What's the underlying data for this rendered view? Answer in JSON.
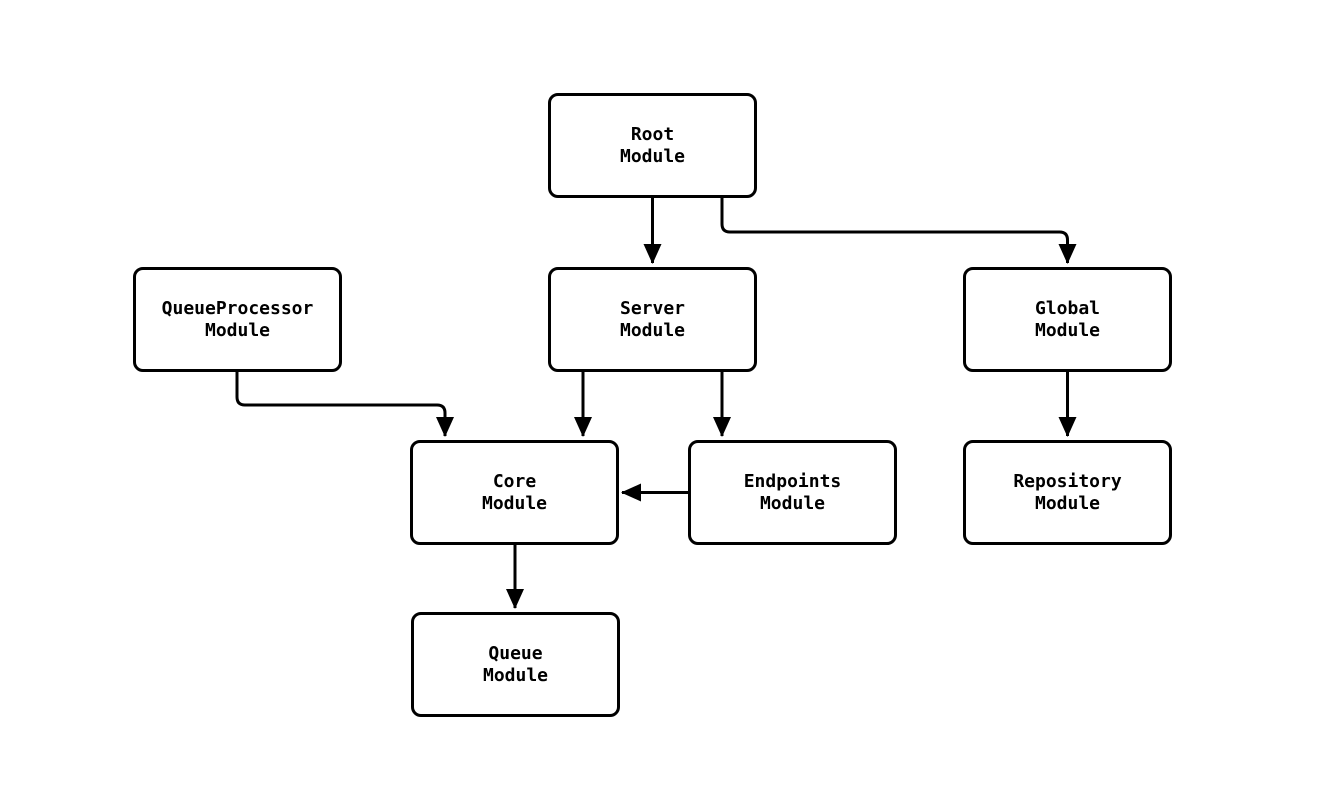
{
  "diagram": {
    "type": "module-dependency-graph",
    "background": "#ffffff",
    "nodes": {
      "root": {
        "label": "Root\nModule"
      },
      "queueprocessor": {
        "label": "QueueProcessor\nModule"
      },
      "server": {
        "label": "Server\nModule"
      },
      "global": {
        "label": "Global\nModule"
      },
      "core": {
        "label": "Core\nModule"
      },
      "endpoints": {
        "label": "Endpoints\nModule"
      },
      "repository": {
        "label": "Repository\nModule"
      },
      "queue": {
        "label": "Queue\nModule"
      }
    },
    "edges": [
      {
        "from": "Root Module",
        "to": "Server Module"
      },
      {
        "from": "Root Module",
        "to": "Global Module"
      },
      {
        "from": "QueueProcessor Module",
        "to": "Core Module"
      },
      {
        "from": "Server Module",
        "to": "Core Module"
      },
      {
        "from": "Server Module",
        "to": "Endpoints Module"
      },
      {
        "from": "Endpoints Module",
        "to": "Core Module"
      },
      {
        "from": "Global Module",
        "to": "Repository Module"
      },
      {
        "from": "Core Module",
        "to": "Queue Module"
      }
    ],
    "colors": {
      "node_fill": "#ffffff",
      "node_border": "#000000",
      "edge": "#000000",
      "text": "#000000"
    }
  }
}
